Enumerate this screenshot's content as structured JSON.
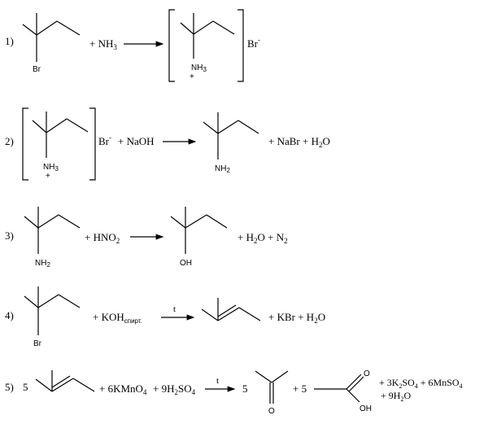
{
  "reactions": [
    {
      "number": "1)",
      "reactant_label": "Br",
      "reagent": "+ NH",
      "reagent_sub": "3",
      "product_label": "NH",
      "product_label_sub": "3",
      "charge": "+",
      "counter_ion": "Br",
      "counter_ion_sup": "-"
    },
    {
      "number": "2)",
      "reactant_label": "NH",
      "reactant_label_sub": "3",
      "charge": "+",
      "counter_ion": "Br",
      "counter_ion_sup": "-",
      "reagent": "+ NaOH",
      "product_label": "NH",
      "product_label_sub": "2",
      "byproducts": "+ NaBr + H",
      "byproducts_sub": "2",
      "byproducts_end": "O"
    },
    {
      "number": "3)",
      "reactant_label": "NH",
      "reactant_label_sub": "2",
      "reagent": "+ HNO",
      "reagent_sub": "2",
      "product_label": "OH",
      "byproducts": "+ H",
      "byproducts_sub": "2",
      "byproducts_mid": "O + N",
      "byproducts_sub2": "2"
    },
    {
      "number": "4)",
      "reactant_label": "Br",
      "reagent": "+ KOH",
      "reagent_sub": "спирт.",
      "condition": "t",
      "byproducts": "+ KBr + H",
      "byproducts_sub": "2",
      "byproducts_end": "O"
    },
    {
      "number": "5)",
      "coef_reactant": "5",
      "reagent_a": "+ 6KMnO",
      "reagent_a_sub": "4",
      "reagent_b": "+ 9H",
      "reagent_b_sub": "2",
      "reagent_b_end": "SO",
      "reagent_b_sub2": "4",
      "condition": "t",
      "coef_product_1": "5",
      "product_1_label": "O",
      "coef_product_2": "+ 5",
      "product_2_label_o": "O",
      "product_2_label_oh": "OH",
      "byproducts_line1_a": "+ 3K",
      "byproducts_line1_sub1": "2",
      "byproducts_line1_b": "SO",
      "byproducts_line1_sub2": "4",
      "byproducts_line1_c": " + 6MnSO",
      "byproducts_line1_sub3": "4",
      "byproducts_line2_a": "+ 9H",
      "byproducts_line2_sub": "2",
      "byproducts_line2_b": "O"
    }
  ]
}
